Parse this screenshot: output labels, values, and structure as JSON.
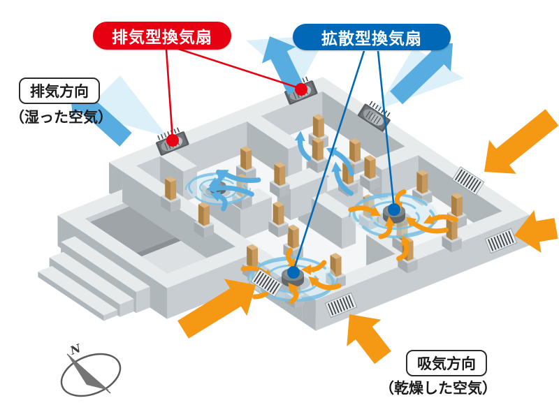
{
  "figure": {
    "type": "underfloor-ventilation-diagram",
    "callouts": {
      "exhaust_fan": {
        "label": "排気型換気扇",
        "color": "#e60012",
        "target_count": 2
      },
      "diffusion_fan": {
        "label": "拡散型換気扇",
        "color": "#0068b7",
        "target_count": 2
      }
    },
    "annotations": {
      "exhaust_direction": {
        "label": "排気方向",
        "sublabel": "（湿った空気）"
      },
      "intake_direction": {
        "label": "吸気方向",
        "sublabel": "（乾燥した空気）"
      }
    },
    "compass": {
      "label": "N"
    },
    "colors": {
      "exhaust_accent": "#e60012",
      "diffusion_accent": "#0068b7",
      "exhaust_air": "#57ade0",
      "exhaust_air_soft": "#8cccec",
      "intake_air": "#f59814",
      "concrete_top": "#e8ebec",
      "concrete_se": "#c7cdd1",
      "concrete_sw": "#b0b7bb",
      "floor": "#f5f6f7",
      "slab_dark": "#9ea4a7",
      "wood_post": "#ddb77f"
    },
    "icons": {
      "exhaust-fan-icon": "wall-mounted cylinder fan with grille",
      "diffusion-fan-icon": "floor swirl fan (vortex)",
      "intake-vent-icon": "slotted wall grille",
      "airflow-arrow": "directional air arrow",
      "compass-icon": "tilted compass with north needle"
    }
  }
}
